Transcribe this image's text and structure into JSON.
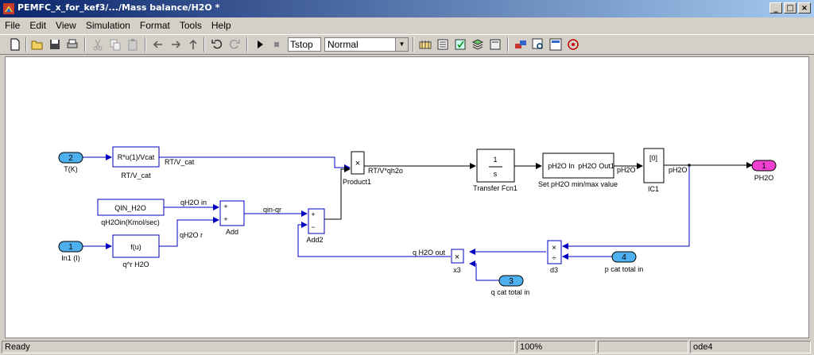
{
  "window": {
    "title": "PEMFC_x_for_kef3/.../Mass balance/H2O *"
  },
  "menu": [
    "File",
    "Edit",
    "View",
    "Simulation",
    "Format",
    "Tools",
    "Help"
  ],
  "toolbar": {
    "stop_time": "Tstop",
    "sim_mode": "Normal"
  },
  "status": {
    "left": "Ready",
    "zoom": "100%",
    "solver": "ode4"
  },
  "diagram": {
    "ports_in": {
      "tk_num": "2",
      "tk_label": "T(K)",
      "in1_num": "1",
      "in1_label": "In1 (I)",
      "pcat_num": "4",
      "pcat_label": "p cat total in"
    },
    "ports_out": {
      "ph2o_num": "1",
      "ph2o_label": "PH2O",
      "qcat_num": "3",
      "qcat_label": "q cat total in"
    },
    "blocks": {
      "gain_expr": "R*u(1)/Vcat",
      "gain_name": "RT/V_cat",
      "const_val": "QIN_H2O",
      "const_name": "qH2Oin(Kmol/sec)",
      "fcn_expr": "f(u)",
      "fcn_name": "q^r H2O",
      "add_name": "Add",
      "add_sign1": "+",
      "add_sign2": "+",
      "add2_name": "Add2",
      "add2_sign1": "+",
      "add2_sign2": "−",
      "product1_name": "Product1",
      "product1_sym": "×",
      "tf_num": "1",
      "tf_den": "s",
      "tf_name": "Transfer Fcn1",
      "sat_in": "pH2O In",
      "sat_out": "pH2O Out1",
      "sat_name": "Set pH2O min/max value",
      "ic_val": "[0]",
      "ic_name": "IC1",
      "x3_sym": "×",
      "x3_name": "x3",
      "d3_mul": "×",
      "d3_div": "÷",
      "d3_name": "d3"
    },
    "signals": {
      "rtv_cat": "RT/V_cat",
      "rtvqh2o": "RT/V*qh2o",
      "qh2o_in": "qH2O in",
      "qh2o_r": "qH2O r",
      "qin_qr": "qin-qr",
      "ph2o_a": "pH2O",
      "ph2o_b": "pH2O",
      "qh2o_out": "q H2O out"
    }
  }
}
